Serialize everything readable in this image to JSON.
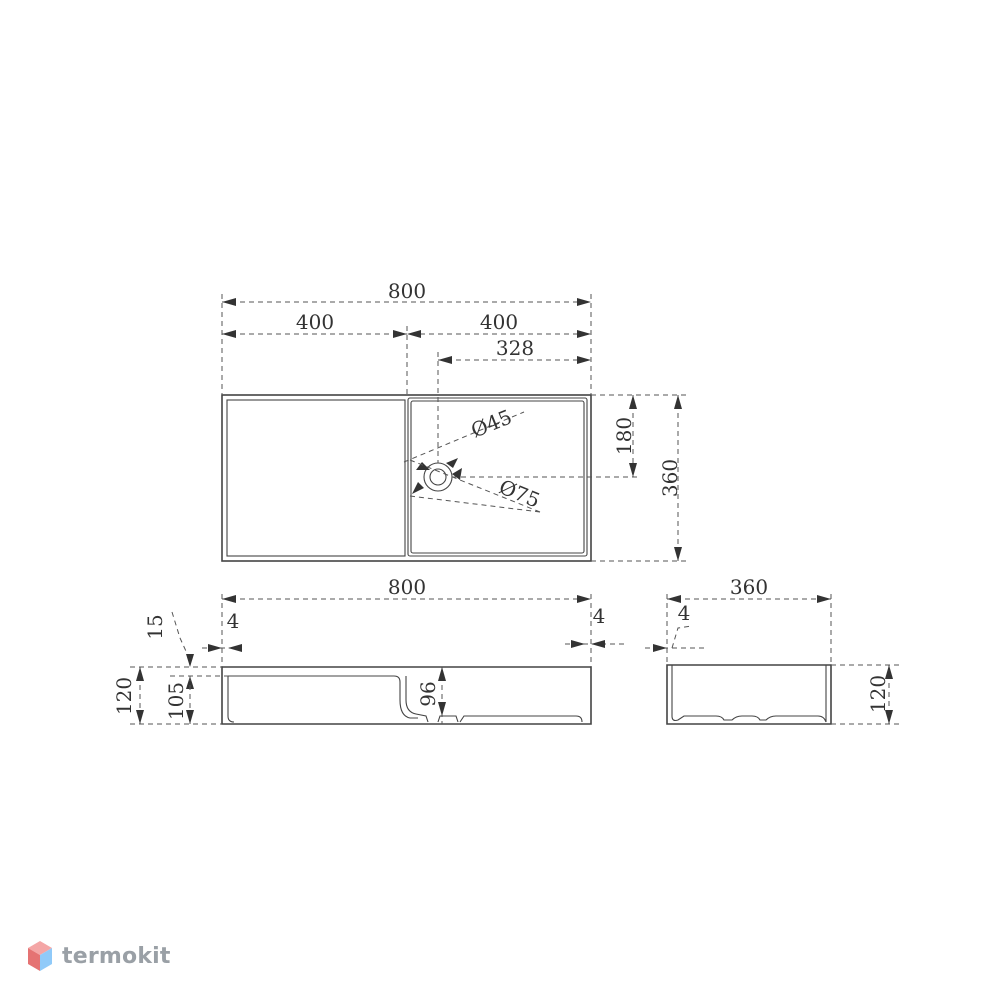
{
  "top_view": {
    "overall_width": "800",
    "half_left": "400",
    "half_right": "400",
    "drain_offset": "328",
    "depth": "360",
    "drain_depth": "180",
    "drain_inner_diameter": "Ø45",
    "drain_outer_diameter": "Ø75"
  },
  "front_view": {
    "overall_width": "800",
    "wall_left": "4",
    "wall_right": "4",
    "rim": "15",
    "height": "120",
    "inner_height": "105",
    "basin_depth": "96"
  },
  "side_view": {
    "width": "360",
    "wall": "4",
    "height": "120"
  },
  "watermark": {
    "brand": "termokit",
    "logo_colors": [
      "#e57373",
      "#90caf9",
      "#f8bbd0"
    ]
  }
}
